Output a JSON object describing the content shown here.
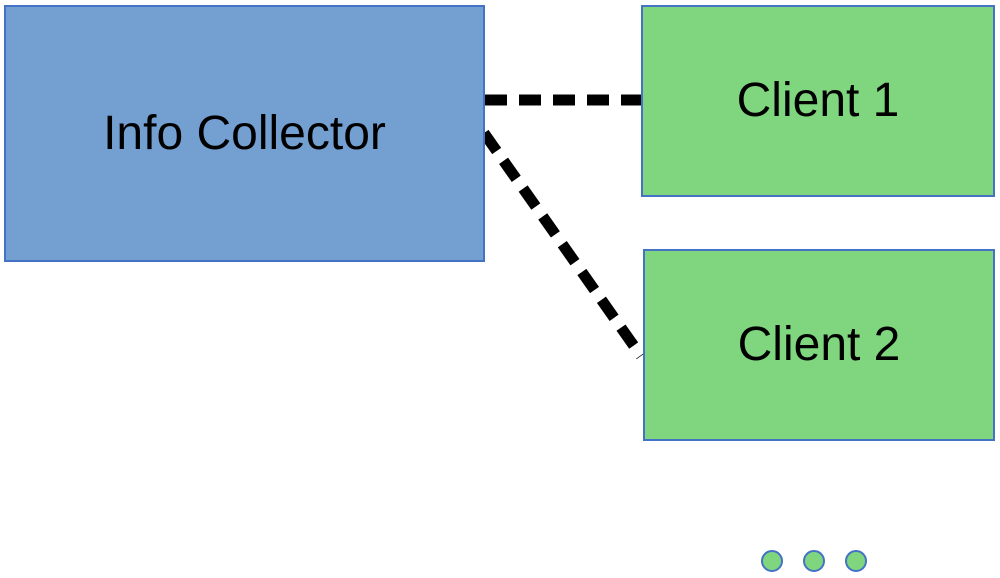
{
  "nodes": {
    "collector": {
      "label": "Info Collector",
      "fill": "#739FD1"
    },
    "client1": {
      "label": "Client 1",
      "fill": "#7FD67F"
    },
    "client2": {
      "label": "Client 2",
      "fill": "#7FD67F"
    }
  },
  "edges": [
    {
      "from": "collector",
      "to": "client1",
      "style": "dashed",
      "color": "#000000"
    },
    {
      "from": "collector",
      "to": "client2",
      "style": "dashed",
      "color": "#000000"
    }
  ],
  "ellipsis": {
    "count": 3,
    "fill": "#7FD67F",
    "stroke": "#4472C4"
  },
  "colors": {
    "border": "#4472C4"
  }
}
